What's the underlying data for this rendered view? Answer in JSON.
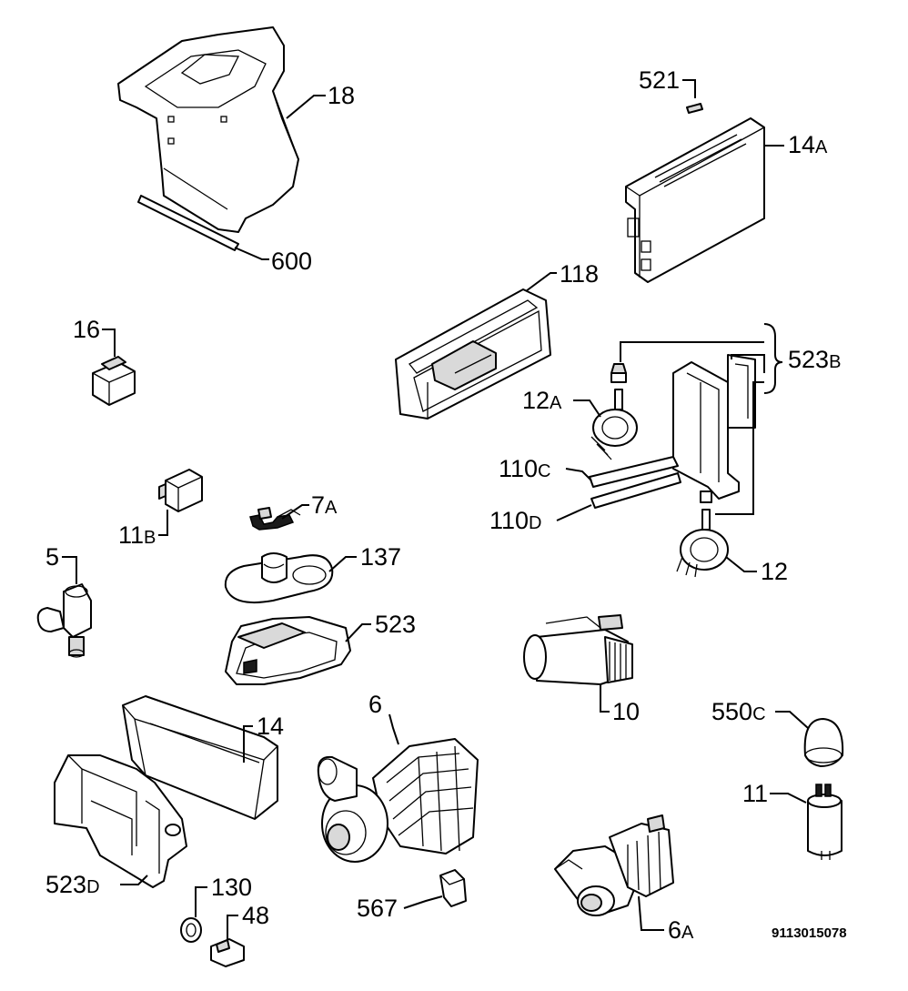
{
  "diagram": {
    "document_number": "9113015078",
    "parts": [
      {
        "id": "part-18",
        "number": "18",
        "suffix": ""
      },
      {
        "id": "part-600",
        "number": "600",
        "suffix": ""
      },
      {
        "id": "part-521",
        "number": "521",
        "suffix": ""
      },
      {
        "id": "part-14a",
        "number": "14",
        "suffix": "A"
      },
      {
        "id": "part-118",
        "number": "118",
        "suffix": ""
      },
      {
        "id": "part-16",
        "number": "16",
        "suffix": ""
      },
      {
        "id": "part-523b",
        "number": "523",
        "suffix": "B"
      },
      {
        "id": "part-12a",
        "number": "12",
        "suffix": "A"
      },
      {
        "id": "part-110c",
        "number": "110",
        "suffix": "C"
      },
      {
        "id": "part-110d",
        "number": "110",
        "suffix": "D"
      },
      {
        "id": "part-12",
        "number": "12",
        "suffix": ""
      },
      {
        "id": "part-11b",
        "number": "11",
        "suffix": "B"
      },
      {
        "id": "part-7a",
        "number": "7",
        "suffix": "A"
      },
      {
        "id": "part-137",
        "number": "137",
        "suffix": ""
      },
      {
        "id": "part-5",
        "number": "5",
        "suffix": ""
      },
      {
        "id": "part-523",
        "number": "523",
        "suffix": ""
      },
      {
        "id": "part-10",
        "number": "10",
        "suffix": ""
      },
      {
        "id": "part-550c",
        "number": "550",
        "suffix": "C"
      },
      {
        "id": "part-6",
        "number": "6",
        "suffix": ""
      },
      {
        "id": "part-14",
        "number": "14",
        "suffix": ""
      },
      {
        "id": "part-11",
        "number": "11",
        "suffix": ""
      },
      {
        "id": "part-523d",
        "number": "523",
        "suffix": "D"
      },
      {
        "id": "part-130",
        "number": "130",
        "suffix": ""
      },
      {
        "id": "part-48",
        "number": "48",
        "suffix": ""
      },
      {
        "id": "part-567",
        "number": "567",
        "suffix": ""
      },
      {
        "id": "part-6a",
        "number": "6",
        "suffix": "A"
      }
    ]
  }
}
